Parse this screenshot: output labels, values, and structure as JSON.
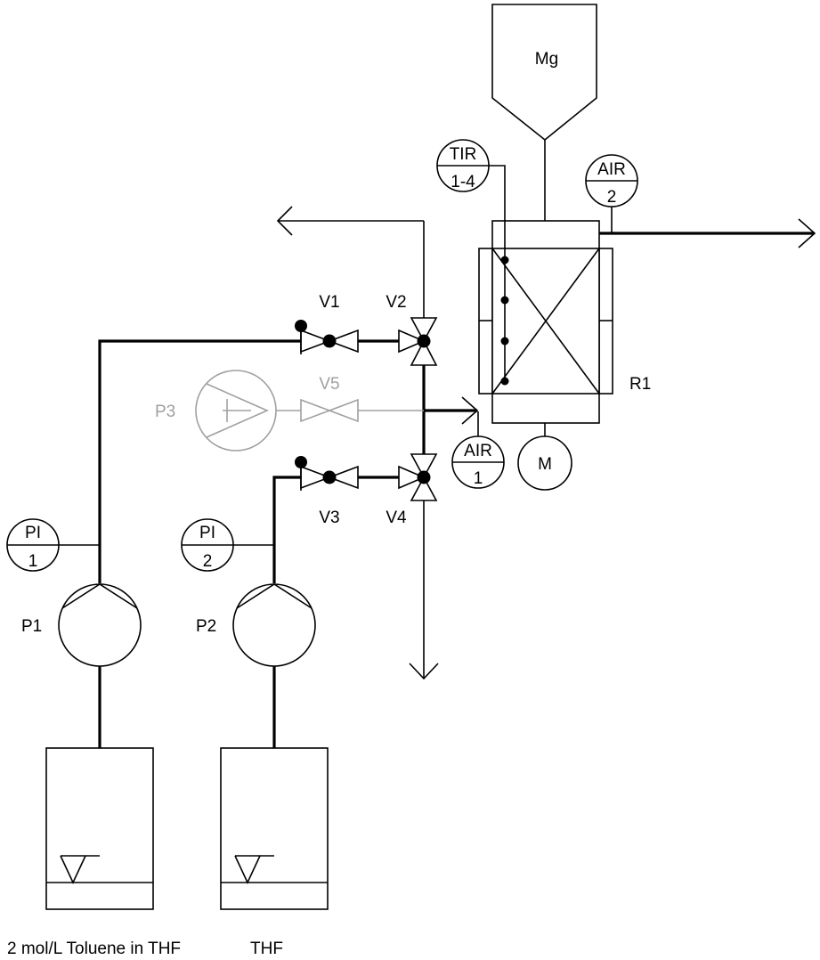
{
  "diagram": {
    "hopper_label": "Mg",
    "reactor_label": "R1",
    "motor_label": "M",
    "pumps": {
      "p1": "P1",
      "p2": "P2",
      "p3": "P3"
    },
    "valves": {
      "v1": "V1",
      "v2": "V2",
      "v3": "V3",
      "v4": "V4",
      "v5": "V5"
    },
    "instruments": {
      "tir": {
        "top": "TIR",
        "bottom": "1-4"
      },
      "air1": {
        "top": "AIR",
        "bottom": "1"
      },
      "air2": {
        "top": "AIR",
        "bottom": "2"
      },
      "pi1": {
        "top": "PI",
        "bottom": "1"
      },
      "pi2": {
        "top": "PI",
        "bottom": "2"
      }
    },
    "tanks": {
      "tank1": "2 mol/L Toluene in THF",
      "tank2": "THF"
    },
    "colors": {
      "line": "#000000",
      "inactive": "#a0a0a0"
    }
  }
}
